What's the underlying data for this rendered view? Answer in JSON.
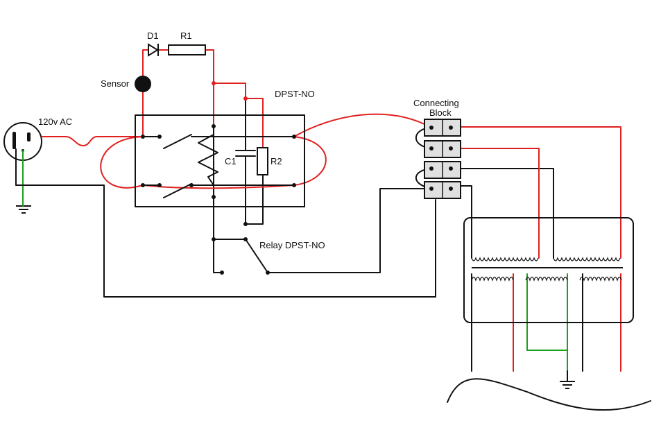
{
  "labels": {
    "d1": "D1",
    "r1": "R1",
    "sensor": "Sensor",
    "dpst": "DPST-NO",
    "ac": "120v AC",
    "c1": "C1",
    "r2": "R2",
    "relay": "Relay DPST-NO",
    "connecting": "Connecting",
    "block": "Block"
  },
  "colors": {
    "wire": "#111111",
    "hot": "#e02020",
    "ground": "#1aa01a",
    "terminal_fill": "#e0e0e0"
  }
}
